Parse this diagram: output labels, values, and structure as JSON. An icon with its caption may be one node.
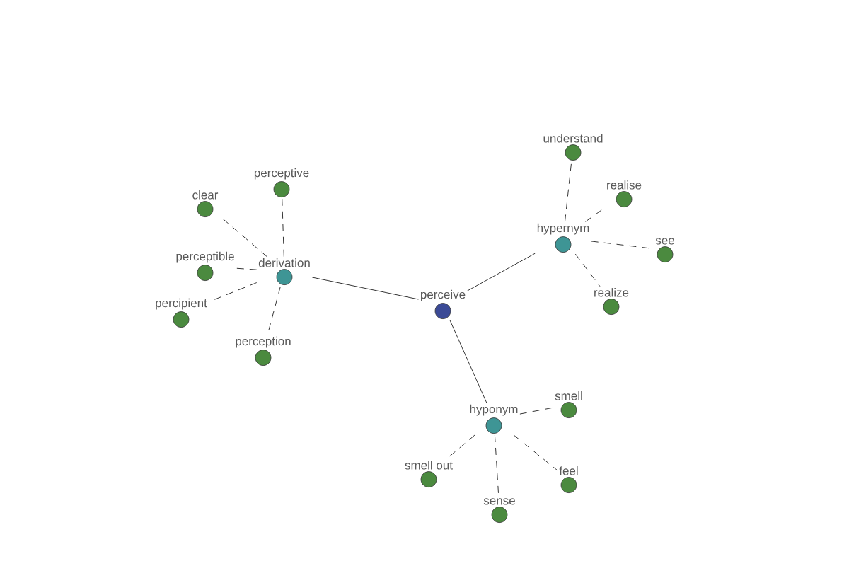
{
  "diagram": {
    "nodes": [
      {
        "text": [
          "perceive"
        ]
      },
      {
        "text": [
          "derivation"
        ]
      },
      {
        "text": [
          "hypernym"
        ]
      },
      {
        "text": [
          "hyponym"
        ]
      },
      {
        "text": [
          "perceptive"
        ]
      },
      {
        "text": [
          "clear"
        ]
      },
      {
        "text": [
          "perceptible"
        ]
      },
      {
        "text": [
          "percipient"
        ]
      },
      {
        "text": [
          "perception"
        ]
      },
      {
        "text": [
          "understand"
        ]
      },
      {
        "text": [
          "realise"
        ]
      },
      {
        "text": [
          "see"
        ]
      },
      {
        "text": [
          "realize"
        ]
      },
      {
        "text": [
          "smell"
        ]
      },
      {
        "text": [
          "smell out"
        ]
      },
      {
        "text": [
          "sense"
        ]
      },
      {
        "text": [
          "feel"
        ]
      }
    ],
    "edges": [
      {
        "from": 0,
        "to": 1,
        "arrow": "none"
      },
      {
        "from": 0,
        "to": 2,
        "arrow": "none"
      },
      {
        "from": 0,
        "to": 3,
        "arrow": "none"
      },
      {
        "from": 1,
        "to": 4,
        "arrow": "none",
        "style": "dashed"
      },
      {
        "from": 1,
        "to": 5,
        "arrow": "none",
        "style": "dashed"
      },
      {
        "from": 1,
        "to": 6,
        "arrow": "none",
        "style": "dashed"
      },
      {
        "from": 1,
        "to": 7,
        "arrow": "none",
        "style": "dashed"
      },
      {
        "from": 1,
        "to": 8,
        "arrow": "none",
        "style": "dashed"
      },
      {
        "from": 2,
        "to": 9,
        "arrow": "none",
        "style": "dashed"
      },
      {
        "from": 2,
        "to": 10,
        "arrow": "none",
        "style": "dashed"
      },
      {
        "from": 2,
        "to": 11,
        "arrow": "none",
        "style": "dashed"
      },
      {
        "from": 2,
        "to": 12,
        "arrow": "none",
        "style": "dashed"
      },
      {
        "from": 3,
        "to": 13,
        "arrow": "none",
        "style": "dashed"
      },
      {
        "from": 3,
        "to": 14,
        "arrow": "none",
        "style": "dashed"
      },
      {
        "from": 3,
        "to": 15,
        "arrow": "none",
        "style": "dashed"
      },
      {
        "from": 3,
        "to": 16,
        "arrow": "none",
        "style": "dashed"
      }
    ]
  }
}
